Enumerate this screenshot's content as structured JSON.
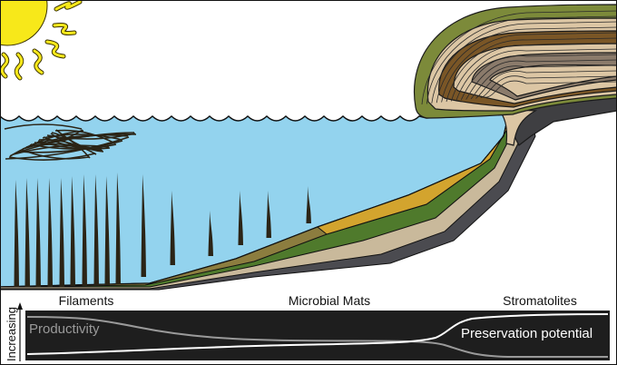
{
  "labels": {
    "filaments": "Filaments",
    "microbial_mats": "Microbial Mats",
    "stromatolites": "Stromatolites"
  },
  "trend_panel": {
    "axis_label": "Increasing",
    "productivity": "Productivity",
    "preservation": "Preservation potential"
  },
  "colors": {
    "water": "#93d3ee",
    "sun": "#f7e81a",
    "filament": "#2b2416",
    "olive_layer": "#8c7d3f",
    "gold_layer": "#d3a42e",
    "green_layer": "#4f7a2c",
    "tan_layer": "#c9b99b",
    "grey_layer": "#4b4b50",
    "stromatolite_green": "#7c8a3a",
    "stromatolite_brown": "#7a5626",
    "stromatolite_greybrown": "#8b7b6b",
    "stromatolite_tan": "#dcc6a4",
    "panel_bg": "#1e1e1e",
    "productivity_line": "#9a9a9a",
    "preservation_line": "#ffffff"
  }
}
